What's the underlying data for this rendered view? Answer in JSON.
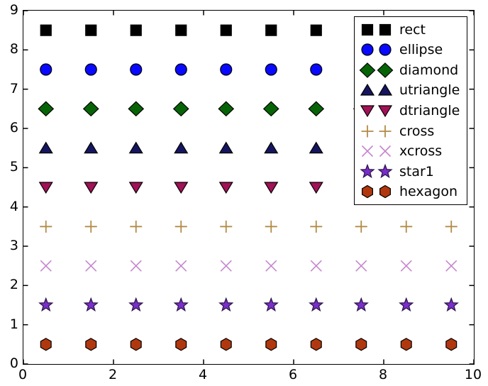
{
  "figure": {
    "background": "#ffffff",
    "axes_edge_color": "#000000"
  },
  "chart_data": {
    "type": "scatter",
    "title": "",
    "xlabel": "",
    "ylabel": "",
    "xlim": [
      0,
      10
    ],
    "ylim": [
      0,
      9
    ],
    "xticks": [
      0,
      2,
      4,
      6,
      8,
      10
    ],
    "yticks": [
      0,
      1,
      2,
      3,
      4,
      5,
      6,
      7,
      8,
      9
    ],
    "grid": false,
    "x": [
      0.5,
      1.5,
      2.5,
      3.5,
      4.5,
      5.5,
      6.5,
      7.5,
      8.5,
      9.5
    ],
    "series": [
      {
        "name": "rect",
        "marker": "square",
        "color": "#000000",
        "edge_color": "#000000",
        "y": 8.5
      },
      {
        "name": "ellipse",
        "marker": "circle",
        "color": "#0909ff",
        "edge_color": "#000000",
        "y": 7.5
      },
      {
        "name": "diamond",
        "marker": "diamond",
        "color": "#066406",
        "edge_color": "#000000",
        "y": 6.5
      },
      {
        "name": "utriangle",
        "marker": "triangle-up",
        "color": "#15155e",
        "edge_color": "#000000",
        "y": 5.5
      },
      {
        "name": "dtriangle",
        "marker": "triangle-down",
        "color": "#a11256",
        "edge_color": "#000000",
        "y": 4.5
      },
      {
        "name": "cross",
        "marker": "plus",
        "color": "#b28b48",
        "edge_color": "#b28b48",
        "y": 3.5
      },
      {
        "name": "xcross",
        "marker": "x",
        "color": "#c687ce",
        "edge_color": "#c687ce",
        "y": 2.5
      },
      {
        "name": "star1",
        "marker": "star",
        "color": "#7a2ec9",
        "edge_color": "#2a1245",
        "y": 1.5
      },
      {
        "name": "hexagon",
        "marker": "hexagon",
        "color": "#b1380e",
        "edge_color": "#000000",
        "y": 0.5
      }
    ],
    "legend": {
      "position": "upper right",
      "numpoints": 2,
      "border_color": "#000000",
      "background": "#ffffff",
      "entries": [
        "rect",
        "ellipse",
        "diamond",
        "utriangle",
        "dtriangle",
        "cross",
        "xcross",
        "star1",
        "hexagon"
      ]
    }
  }
}
